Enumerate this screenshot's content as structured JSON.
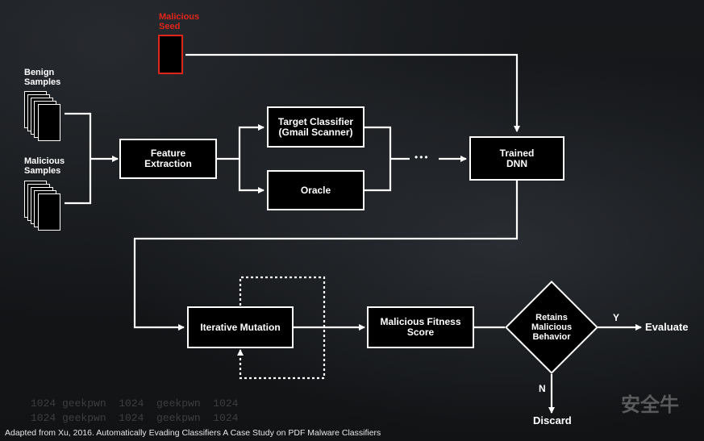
{
  "labels": {
    "malicious_seed": "Malicious\nSeed",
    "benign_samples": "Benign\nSamples",
    "malicious_samples": "Malicious\nSamples"
  },
  "nodes": {
    "feature_extraction": "Feature\nExtraction",
    "target_classifier": "Target Classifier\n(Gmail Scanner)",
    "oracle": "Oracle",
    "trained_dnn": "Trained\nDNN",
    "iterative_mutation": "Iterative Mutation",
    "malicious_fitness_score": "Malicious Fitness\nScore",
    "retains_malicious_behavior": "Retains\nMalicious\nBehavior"
  },
  "ellipsis": "•••",
  "edges": {
    "yes_label": "Y",
    "no_label": "N",
    "evaluate": "Evaluate",
    "discard": "Discard"
  },
  "watermark": {
    "line1": "1024 geekpwn  1024  geekpwn  1024",
    "line2": "1024 geekpwn  1024  geekpwn  1024"
  },
  "logo_text": "安全牛",
  "caption": "Adapted from Xu, 2016. Automatically Evading Classifiers A Case Study on PDF Malware Classifiers"
}
